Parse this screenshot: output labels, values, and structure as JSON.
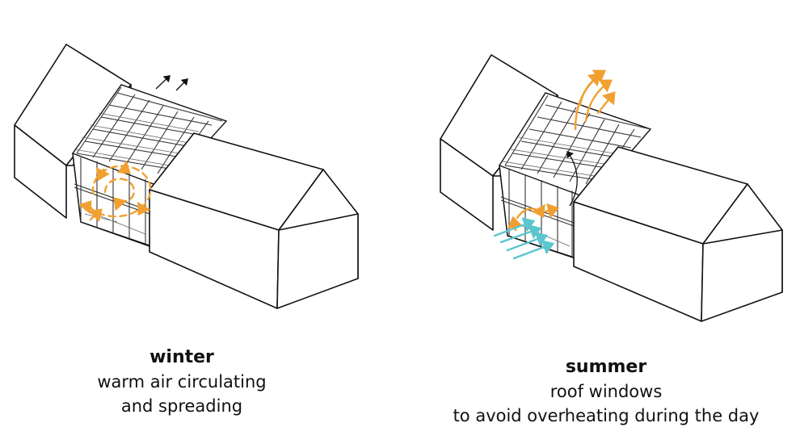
{
  "winter": {
    "title": "winter",
    "line1": "warm air circulating",
    "line2": "and spreading"
  },
  "summer": {
    "title": "summer",
    "line1": "roof windows",
    "line2": "to avoid overheating during the day"
  },
  "colors": {
    "warm_air": "#f0a030",
    "cool_air": "#5cc6cf",
    "outline": "#111111"
  }
}
